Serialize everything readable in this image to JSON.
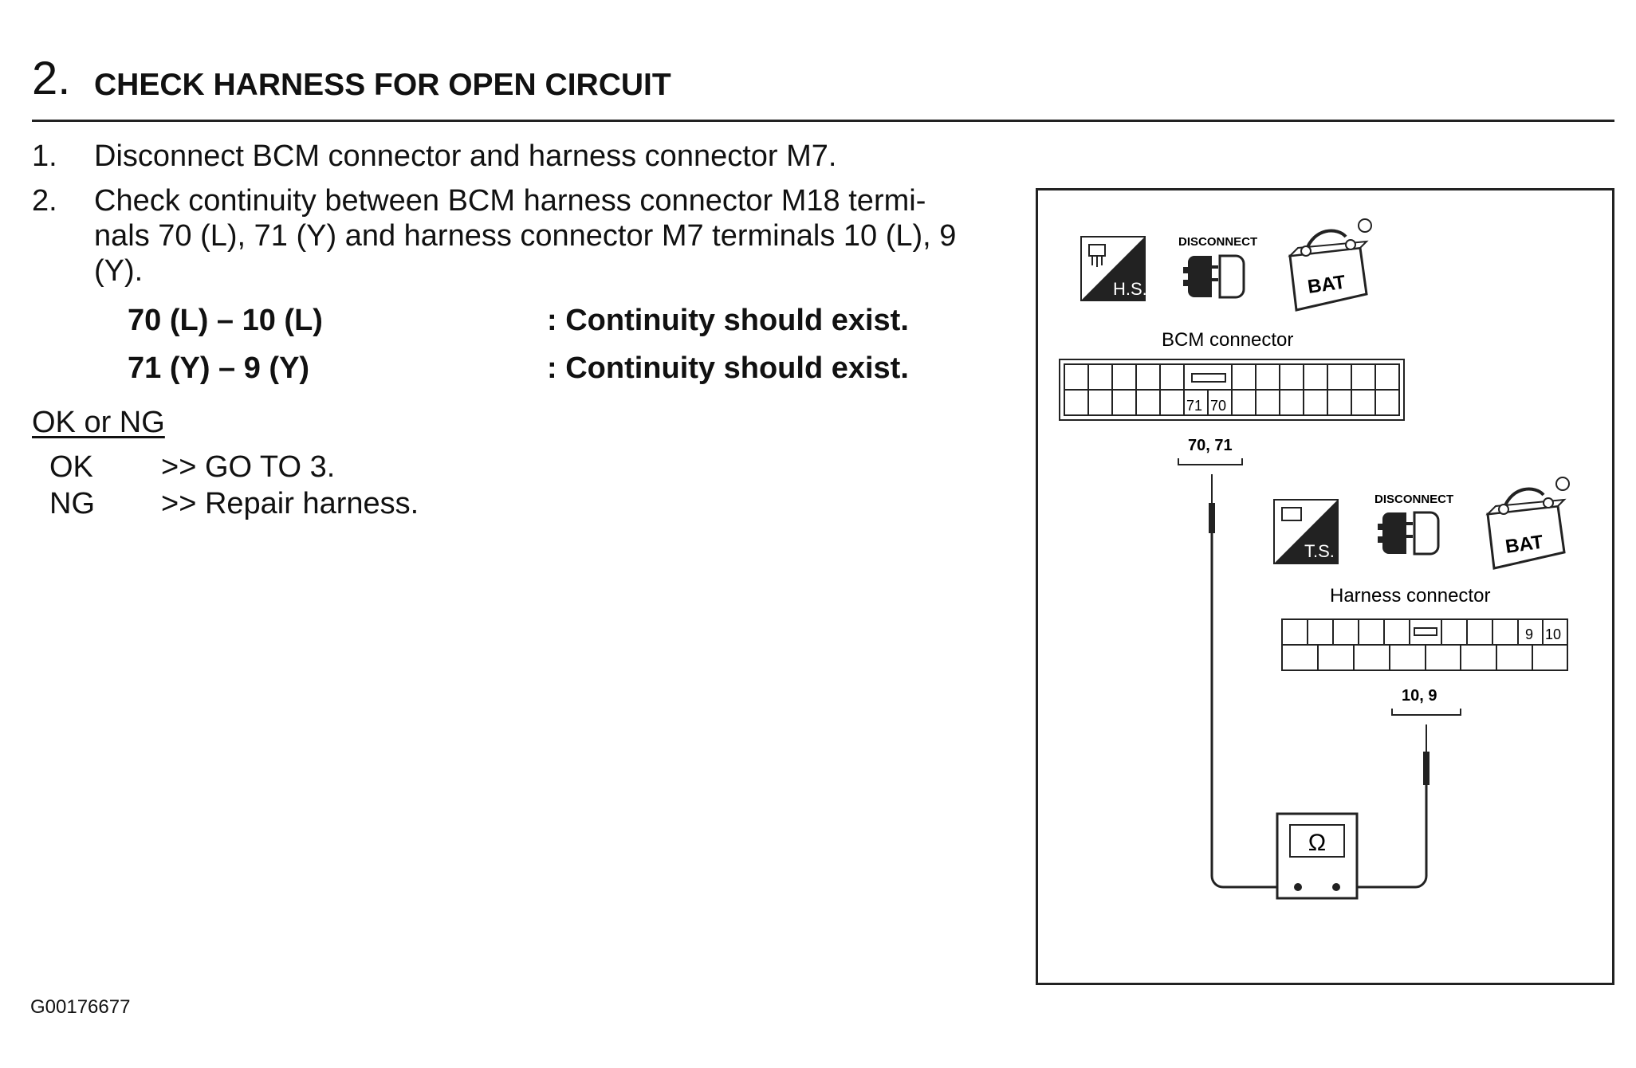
{
  "heading": {
    "number": "2.",
    "title": "CHECK HARNESS FOR OPEN CIRCUIT"
  },
  "steps": [
    {
      "num": "1.",
      "line1": "Disconnect BCM connector and harness connector M7."
    },
    {
      "num": "2.",
      "line1": "Check continuity between BCM harness connector M18 termi-",
      "line2": "nals 70 (L), 71 (Y) and harness connector M7 terminals 10 (L), 9",
      "line3": "(Y)."
    }
  ],
  "checks": [
    {
      "pair": "70 (L) – 10 (L)",
      "result": ": Continuity should exist."
    },
    {
      "pair": "71 (Y) – 9 (Y)",
      "result": ": Continuity should exist."
    }
  ],
  "ok_ng": {
    "label": "OK or NG",
    "items": [
      {
        "key": "OK",
        "action": ">> GO TO 3."
      },
      {
        "key": "NG",
        "action": ">> Repair harness."
      }
    ]
  },
  "figure": {
    "top_icons": {
      "mode_label": "H.S.",
      "disconnect_label": "DISCONNECT",
      "battery_label": "BAT"
    },
    "bcm_connector": {
      "title": "BCM connector",
      "terminal_a": "71",
      "terminal_b": "70",
      "probe_label": "70, 71"
    },
    "second_icons": {
      "mode_label": "T.S.",
      "disconnect_label": "DISCONNECT",
      "battery_label": "BAT"
    },
    "harness_connector": {
      "title": "Harness connector",
      "terminal_a": "9",
      "terminal_b": "10",
      "probe_label": "10, 9"
    },
    "meter_symbol": "Ω"
  },
  "doc_id": "G00176677"
}
